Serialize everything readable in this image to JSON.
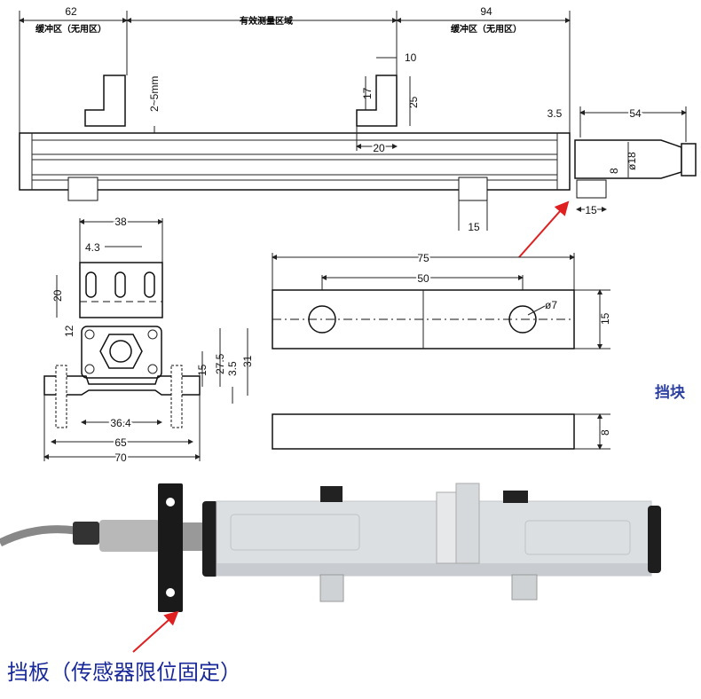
{
  "top_view": {
    "dim_left": "62",
    "dim_right": "94",
    "buffer_left": "缓冲区（无用区）",
    "buffer_right": "缓冲区（无用区）",
    "effective_range": "有效测量区域",
    "dim_10": "10",
    "dim_17": "17",
    "dim_25": "25",
    "dim_gap": "2~5mm",
    "dim_20": "20",
    "dim_3_5": "3.5",
    "dim_54": "54",
    "dim_d18": "ø18",
    "dim_8": "8",
    "dim_15a": "15",
    "dim_15b": "15"
  },
  "bracket_view": {
    "dim_38": "38",
    "dim_4_3": "4.3",
    "dim_20": "20",
    "dim_12": "12",
    "dim_27_5": "27.5",
    "dim_3_5": "3.5",
    "dim_31": "31",
    "dim_15": "15",
    "dim_36_4": "36.4",
    "dim_65": "65",
    "dim_70": "70"
  },
  "stop_block": {
    "dim_75": "75",
    "dim_50": "50",
    "dim_d7": "ø7",
    "dim_15": "15",
    "dim_8": "8",
    "label": "挡块"
  },
  "photo": {
    "caption": "挡板（传感器限位固定）"
  },
  "colors": {
    "arrow": "#e02020",
    "label": "#2b3fa0"
  }
}
